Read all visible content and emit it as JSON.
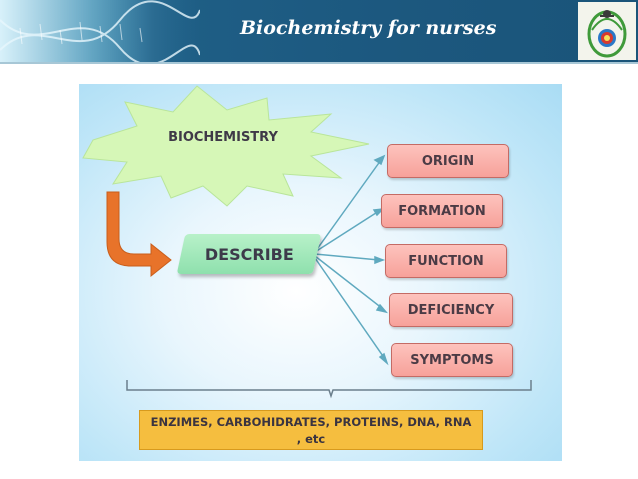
{
  "header": {
    "title": "Biochemistry for nurses",
    "logo_icon": "university-seal-icon"
  },
  "diagram": {
    "root": "BIOCHEMISTRY",
    "verb": "DESCRIBE",
    "aspects": [
      "ORIGIN",
      "FORMATION",
      "FUNCTION",
      "DEFICIENCY",
      "SYMPTOMS"
    ],
    "examples_line1": "ENZIMES, CARBOHIDRATES, PROTEINS, DNA, RNA",
    "examples_line2": ", etc"
  },
  "colors": {
    "header": "#1c587f",
    "starburst": "#d6f7b7",
    "describe": "#9ee6b8",
    "aspect_fill": "#f9ada6",
    "arrow": "#e8732a",
    "connector": "#5fa9bf",
    "examples_fill": "#f5be3f"
  }
}
